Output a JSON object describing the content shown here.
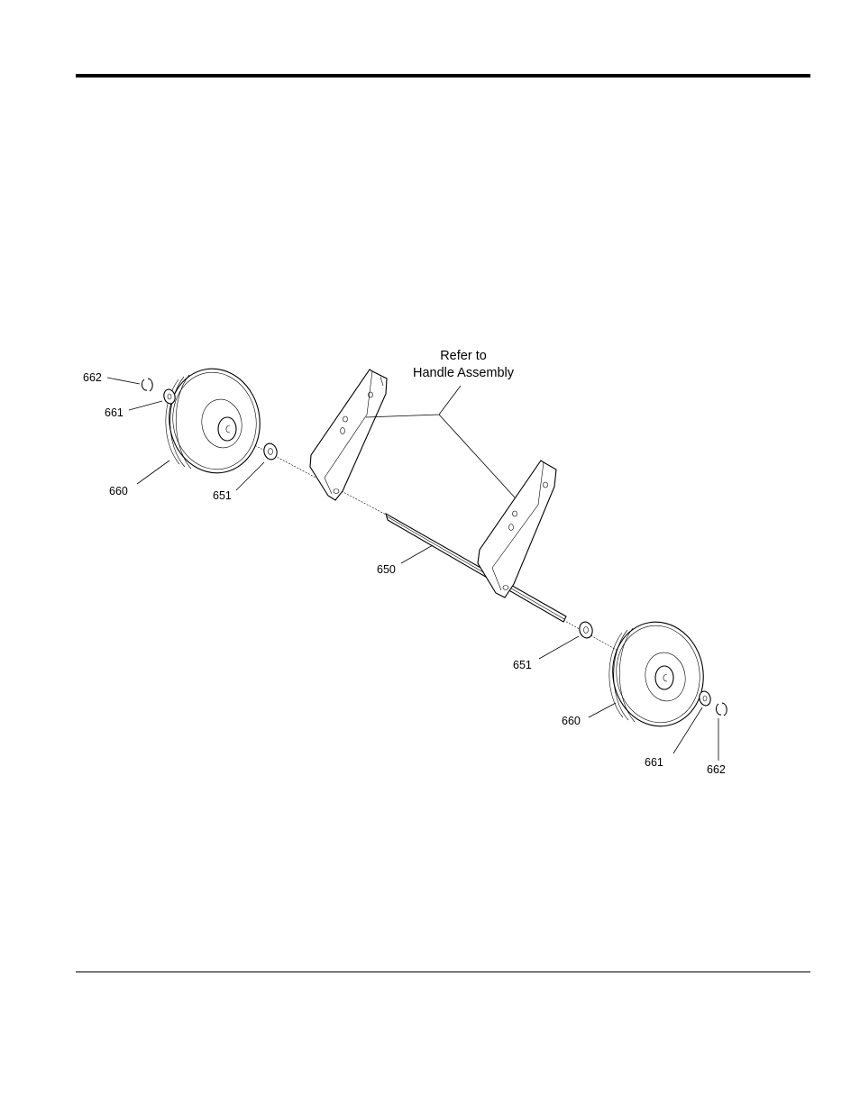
{
  "callout": {
    "line1": "Refer to",
    "line2": "Handle Assembly"
  },
  "parts": {
    "p662_left": "662",
    "p661_left": "661",
    "p660_left": "660",
    "p651_left": "651",
    "p650": "650",
    "p651_right": "651",
    "p660_right": "660",
    "p661_right": "661",
    "p662_right": "662"
  },
  "colors": {
    "ink": "#000000",
    "paper": "#ffffff"
  }
}
